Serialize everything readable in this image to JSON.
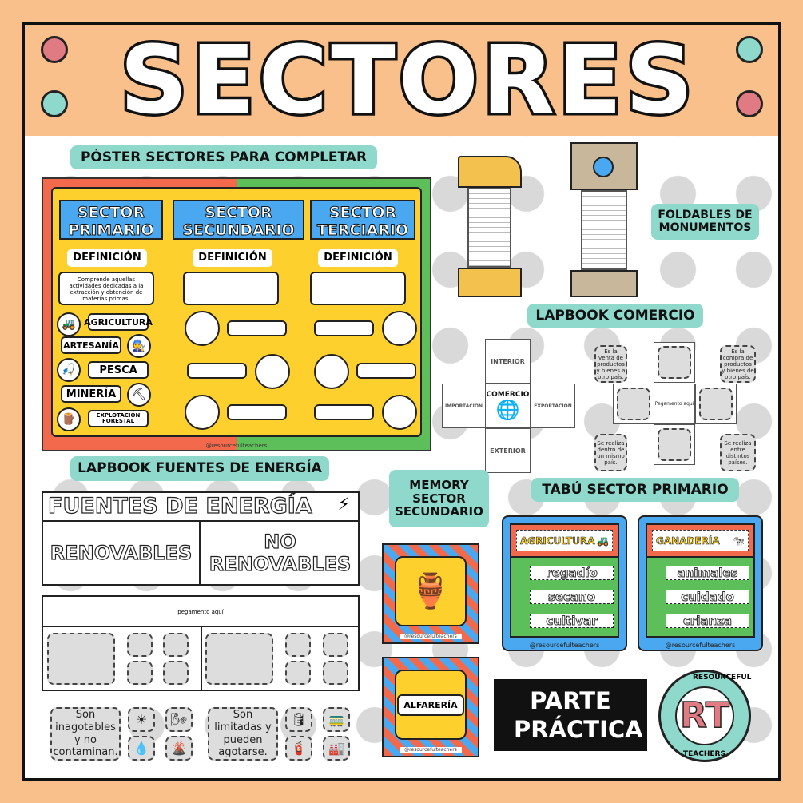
{
  "title": "SECTORES",
  "colors": {
    "peach": "#f9c08c",
    "teal": "#8ed8cc",
    "pink": "#e07b84",
    "red": "#f26a4b",
    "green": "#5cbf5a",
    "yellow": "#fdd02e",
    "blue": "#4aa8f0"
  },
  "labels": {
    "poster": "PÓSTER SECTORES PARA COMPLETAR",
    "foldables": "FOLDABLES DE MONUMENTOS",
    "comercio": "LAPBOOK COMERCIO",
    "energia": "LAPBOOK FUENTES DE ENERGÍA",
    "memory": "MEMORY SECTOR SECUNDARIO",
    "tabu": "TABÚ SECTOR PRIMARIO"
  },
  "poster": {
    "sectors": [
      "SECTOR PRIMARIO",
      "SECTOR SECUNDARIO",
      "SECTOR TERCIARIO"
    ],
    "definition_label": "DEFINICIÓN",
    "primary_definition": "Comprende aquellas actividades dedicadas a la extracción y obtención de materias primas.",
    "activities": [
      "AGRICULTURA",
      "ARTESANÍA",
      "PESCA",
      "MINERÍA",
      "EXPLOTACIÓN FORESTAL"
    ],
    "watermark": "@resourcefulteachers"
  },
  "comercio": {
    "title": "COMERCIO",
    "faces": [
      "INTERIOR",
      "IMPORTACIÓN",
      "EXPORTACIÓN",
      "EXTERIOR"
    ],
    "glue": "Pegamento aquí",
    "notes": [
      "Es la venta de productos y bienes a otro país.",
      "Es la compra de productos y bienes de otro país.",
      "Se realiza dentro de un mismo país.",
      "Se realiza entre distintos países."
    ]
  },
  "energia": {
    "title": "FUENTES DE ENERGÍA",
    "renovables": "RENOVABLES",
    "no_renovables": "NO RENOVABLES",
    "glue": "pegamento aquí",
    "renov_text": "Son inagotables y no contaminan.",
    "norenov_text": "Son limitadas y pueden agotarse."
  },
  "memory": {
    "word": "ALFARERÍA",
    "watermark": "@resourcefulteachers"
  },
  "tabu": [
    {
      "title": "AGRICULTURA",
      "words": [
        "regadío",
        "secano",
        "cultivar"
      ]
    },
    {
      "title": "GANADERÍA",
      "words": [
        "animales",
        "cuidado",
        "crianza"
      ]
    }
  ],
  "tabu_watermark": "@resourcefulteachers",
  "badge": "PARTE PRÁCTICA",
  "logo": {
    "letters": "RT",
    "top": "RESOURCEFUL",
    "bottom": "TEACHERS"
  }
}
